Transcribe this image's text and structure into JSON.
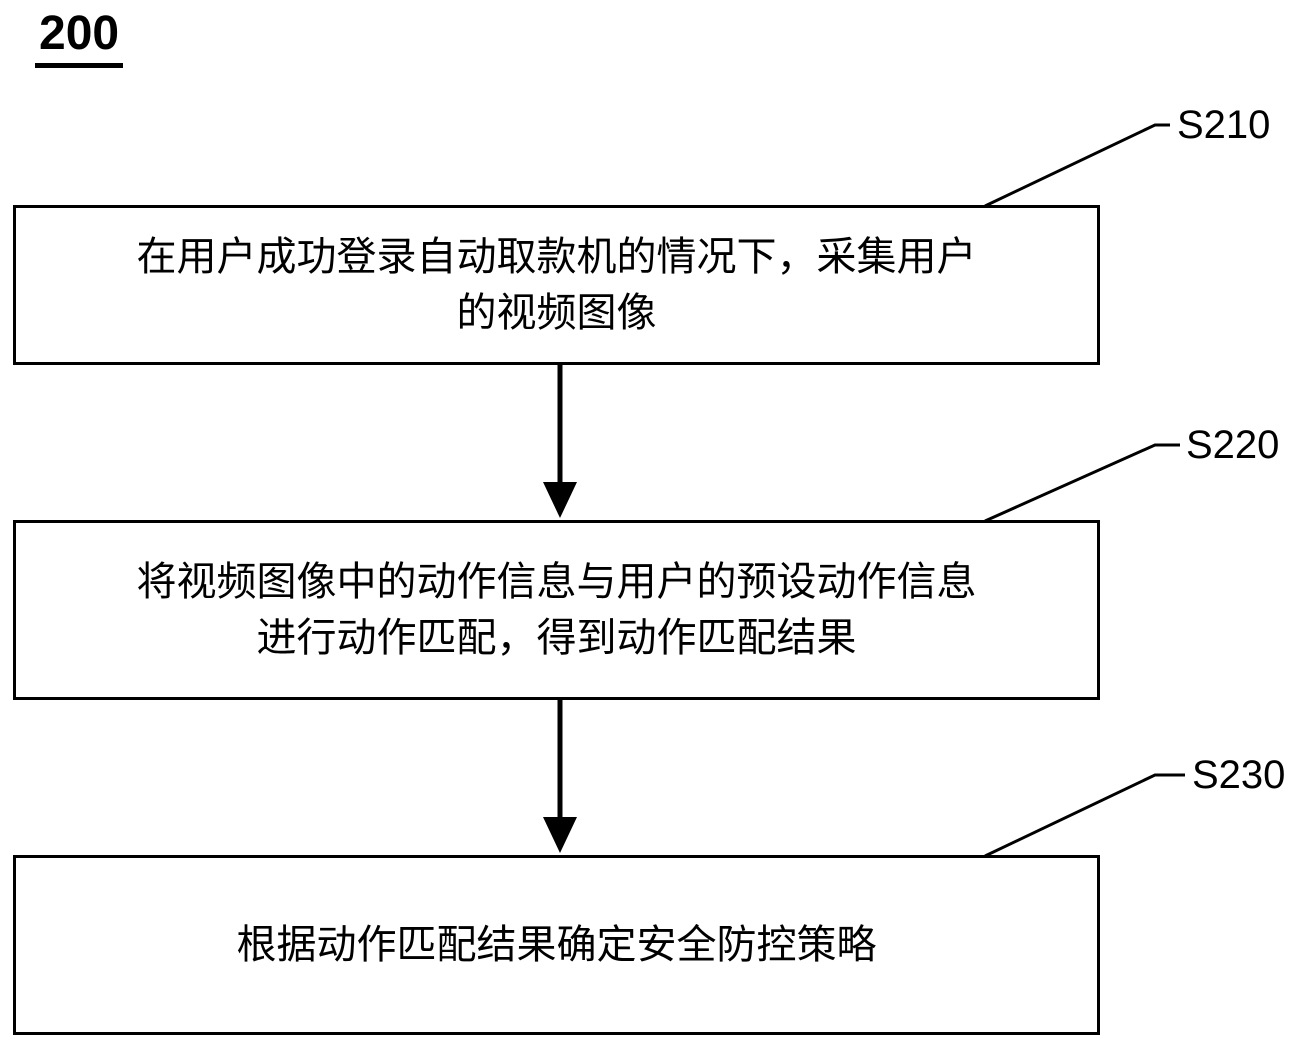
{
  "figure": {
    "number": "200"
  },
  "colors": {
    "line": "#000000",
    "background": "#ffffff"
  },
  "steps": [
    {
      "label": "S210",
      "lines": [
        "在用户成功登录自动取款机的情况下，采集用户",
        "的视频图像"
      ]
    },
    {
      "label": "S220",
      "lines": [
        "将视频图像中的动作信息与用户的预设动作信息",
        "进行动作匹配，得到动作匹配结果"
      ]
    },
    {
      "label": "S230",
      "lines": [
        "根据动作匹配结果确定安全防控策略"
      ]
    }
  ]
}
